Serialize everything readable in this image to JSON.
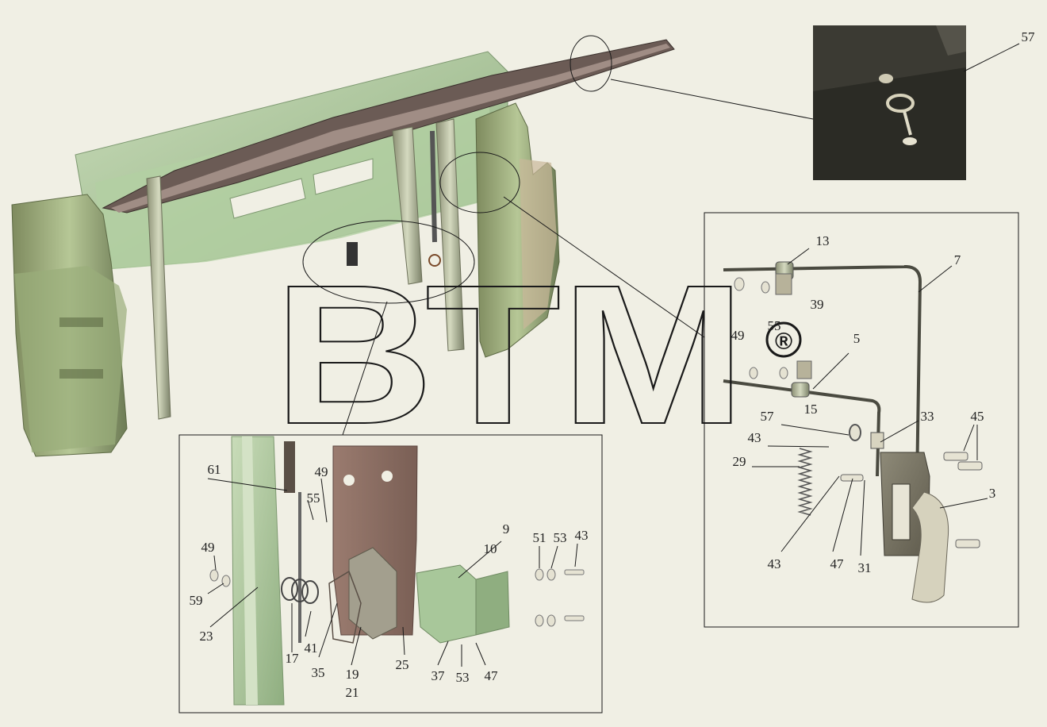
{
  "watermark": {
    "text": "ВТМ",
    "symbol": "®"
  },
  "colors": {
    "background": "#f0efe4",
    "panel": "#a8c79a",
    "panel_dark": "#6f8a62",
    "bracket": "#8b6f66",
    "inset_dark": "#2b2b25"
  },
  "callouts": {
    "inset_top": [
      "57"
    ],
    "inset_right": [
      "13",
      "7",
      "39",
      "49",
      "55",
      "5",
      "15",
      "33",
      "45",
      "57",
      "43",
      "29",
      "3",
      "43",
      "47",
      "31"
    ],
    "inset_bottom": [
      "61",
      "49",
      "55",
      "49",
      "59",
      "23",
      "17",
      "41",
      "35",
      "19",
      "21",
      "25",
      "9",
      "10",
      "51",
      "53",
      "43",
      "37",
      "53",
      "47"
    ]
  }
}
